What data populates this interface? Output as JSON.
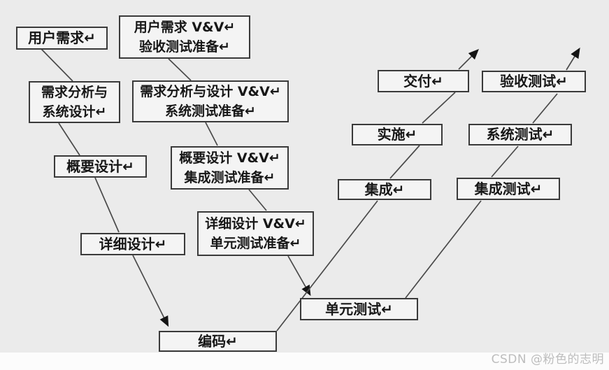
{
  "diagram_type": "v-model-software-development",
  "nodes": {
    "user_req": {
      "lines": [
        "用户需求↵"
      ]
    },
    "user_req_vv": {
      "lines": [
        "用户需求 V&V↵",
        "验收测试准备↵"
      ]
    },
    "req_design": {
      "lines": [
        "需求分析与",
        "系统设计↵"
      ]
    },
    "req_design_vv": {
      "lines": [
        "需求分析与设计 V&V↵",
        "系统测试准备↵"
      ]
    },
    "hl_design": {
      "lines": [
        "概要设计↵"
      ]
    },
    "hl_design_vv": {
      "lines": [
        "概要设计 V&V↵",
        "集成测试准备↵"
      ]
    },
    "detail_design": {
      "lines": [
        "详细设计↵"
      ]
    },
    "detail_design_vv": {
      "lines": [
        "详细设计 V&V↵",
        "单元测试准备↵"
      ]
    },
    "coding": {
      "lines": [
        "编码↵"
      ]
    },
    "unit_test": {
      "lines": [
        "单元测试↵"
      ]
    },
    "integration": {
      "lines": [
        "集成↵"
      ]
    },
    "integration_test": {
      "lines": [
        "集成测试↵"
      ]
    },
    "implementation": {
      "lines": [
        "实施↵"
      ]
    },
    "system_test": {
      "lines": [
        "系统测试↵"
      ]
    },
    "delivery": {
      "lines": [
        "交付↵"
      ]
    },
    "acceptance_test": {
      "lines": [
        "验收测试↵"
      ]
    }
  },
  "watermark": "CSDN @粉色的志明",
  "colors": {
    "background": "#ebebeb",
    "box_fill": "#f4f4f4",
    "box_border": "#3a3a3a",
    "line": "#4a4a4a",
    "arrowhead": "#141414",
    "text": "#171717",
    "watermark_text": "#bdbdbd",
    "watermark_strip": "#fcfcfc"
  }
}
